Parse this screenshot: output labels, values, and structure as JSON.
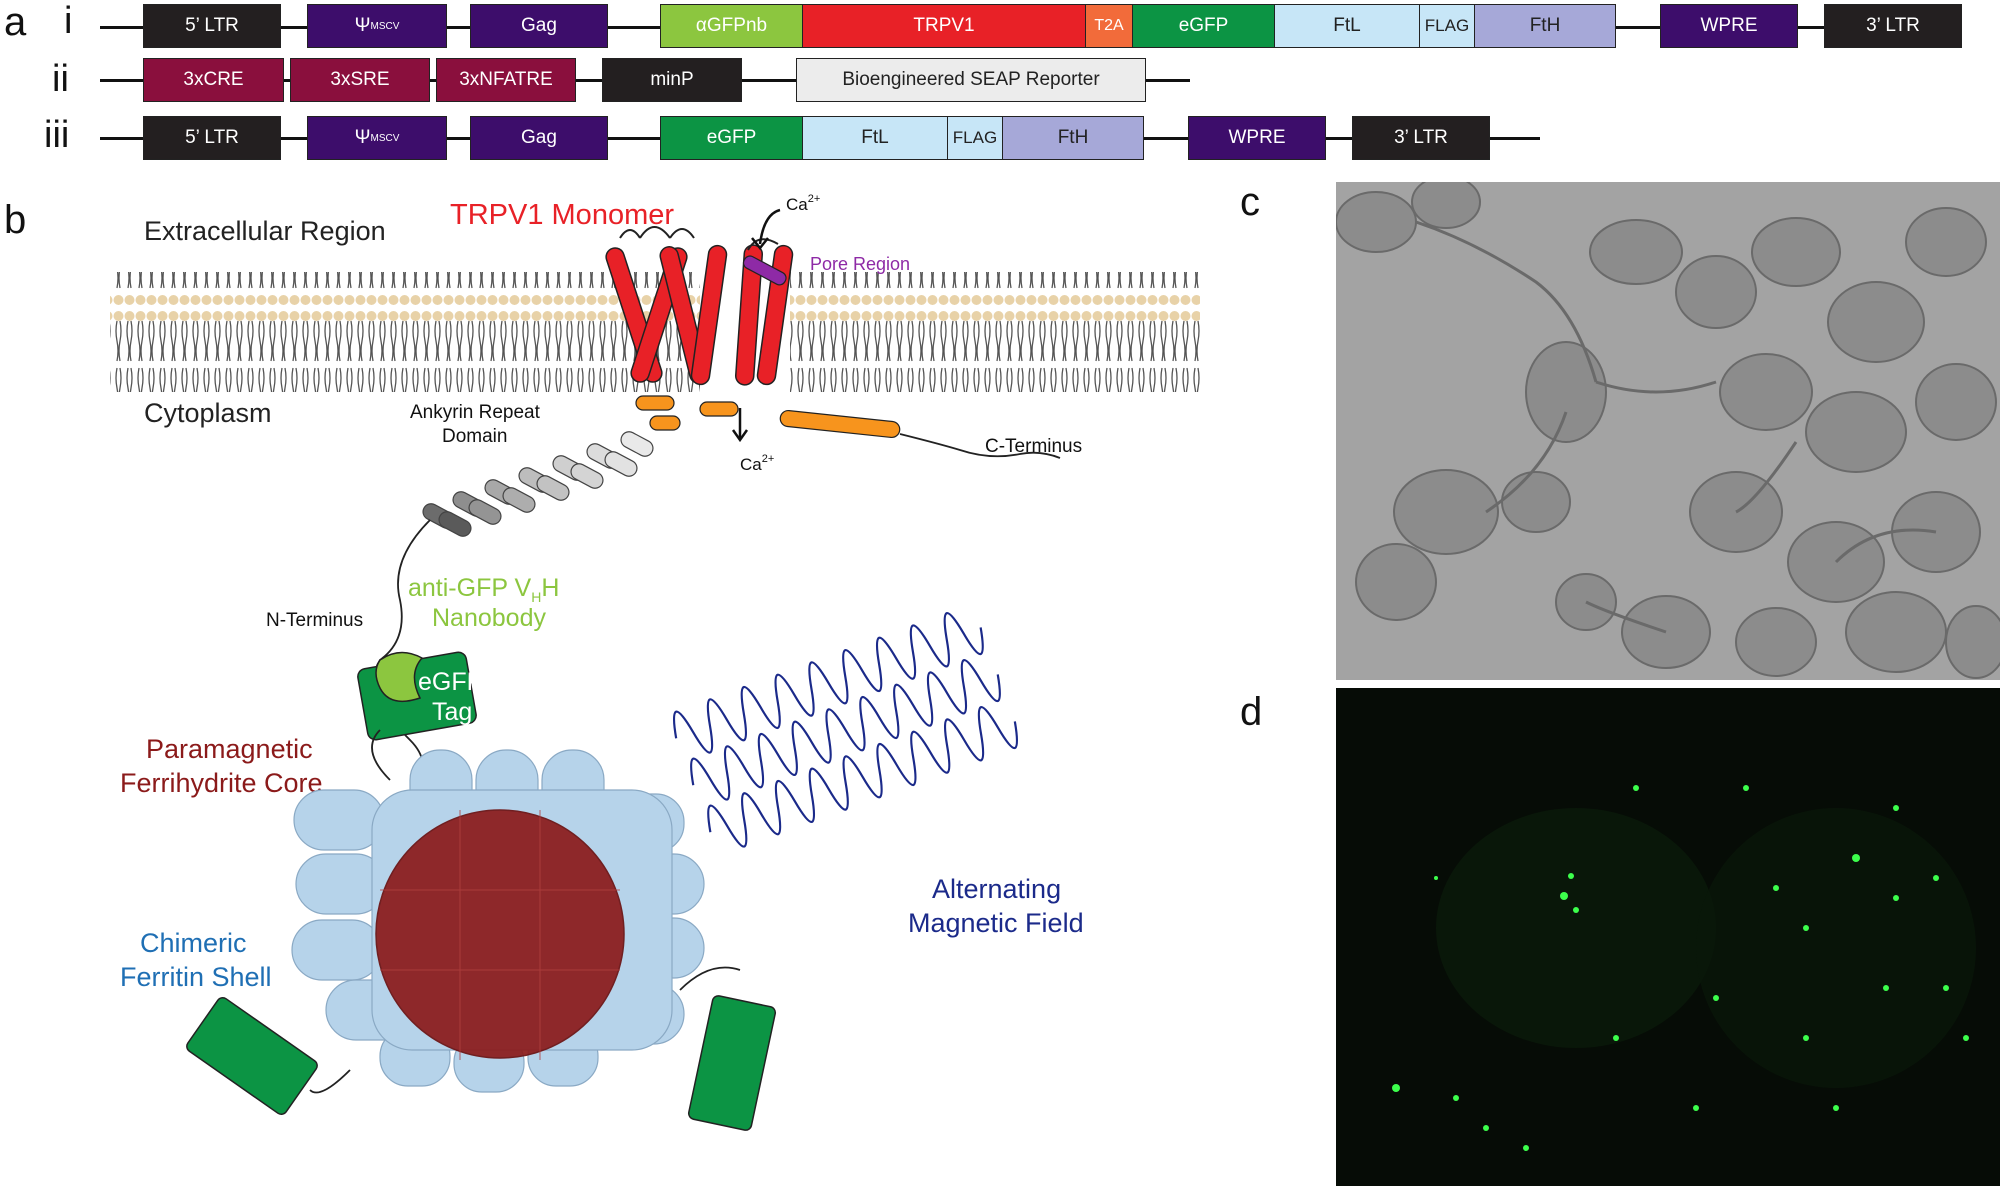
{
  "panels": {
    "a": "a",
    "b": "b",
    "c": "c",
    "d": "d"
  },
  "rows": [
    "i",
    "ii",
    "iii"
  ],
  "colors": {
    "ltr": "#231f20",
    "psi": "#3d0d6b",
    "gag": "#3d0d6b",
    "wpre": "#3d0d6b",
    "agfpnb": "#8cc63f",
    "trpv1": "#e82127",
    "t2a": "#f26b3a",
    "egfp": "#0c9444",
    "ftl": "#c7e6f7",
    "flag": "#c7e6f7",
    "fth": "#a6a8d8",
    "cre": "#8a0f3d",
    "minp": "#231f20",
    "seap": "#ececec",
    "core": "#8b1a1a",
    "shell": "#b6d3ea",
    "field": "#1b2a8a"
  },
  "construct_i": {
    "ltr5": "5’ LTR",
    "psi": "Ψ",
    "psi_sub": "MSCV",
    "gag": "Gag",
    "agfpnb": "αGFPnb",
    "trpv1": "TRPV1",
    "t2a": "T2A",
    "egfp": "eGFP",
    "ftl": "FtL",
    "flag": "FLAG",
    "fth": "FtH",
    "wpre": "WPRE",
    "ltr3": "3’ LTR"
  },
  "construct_ii": {
    "cre": "3xCRE",
    "sre": "3xSRE",
    "nfatre": "3xNFATRE",
    "minp": "minP",
    "seap": "Bioengineered SEAP Reporter"
  },
  "construct_iii": {
    "ltr5": "5’ LTR",
    "psi": "Ψ",
    "psi_sub": "MSCV",
    "gag": "Gag",
    "egfp": "eGFP",
    "ftl": "FtL",
    "flag": "FLAG",
    "fth": "FtH",
    "wpre": "WPRE",
    "ltr3": "3’ LTR"
  },
  "diagram": {
    "extracellular": "Extracellular Region",
    "cytoplasm": "Cytoplasm",
    "trpv1_monomer": "TRPV1 Monomer",
    "ca_top": "Ca",
    "ca_bottom": "Ca",
    "ca_sup": "2+",
    "pore_region": "Pore Region",
    "ankyrin_1": "Ankyrin Repeat",
    "ankyrin_2": "Domain",
    "c_terminus": "C-Terminus",
    "n_terminus": "N-Terminus",
    "nanobody_1a": "anti-GFP V",
    "nanobody_1sub": "H",
    "nanobody_1b": "H",
    "nanobody_2": "Nanobody",
    "egfp_tag_1": "eGFP",
    "egfp_tag_2": "Tag",
    "core_1": "Paramagnetic",
    "core_2": "Ferrihydrite Core",
    "shell_1": "Chimeric",
    "shell_2": "Ferritin Shell",
    "field_1": "Alternating",
    "field_2": "Magnetic Field"
  }
}
